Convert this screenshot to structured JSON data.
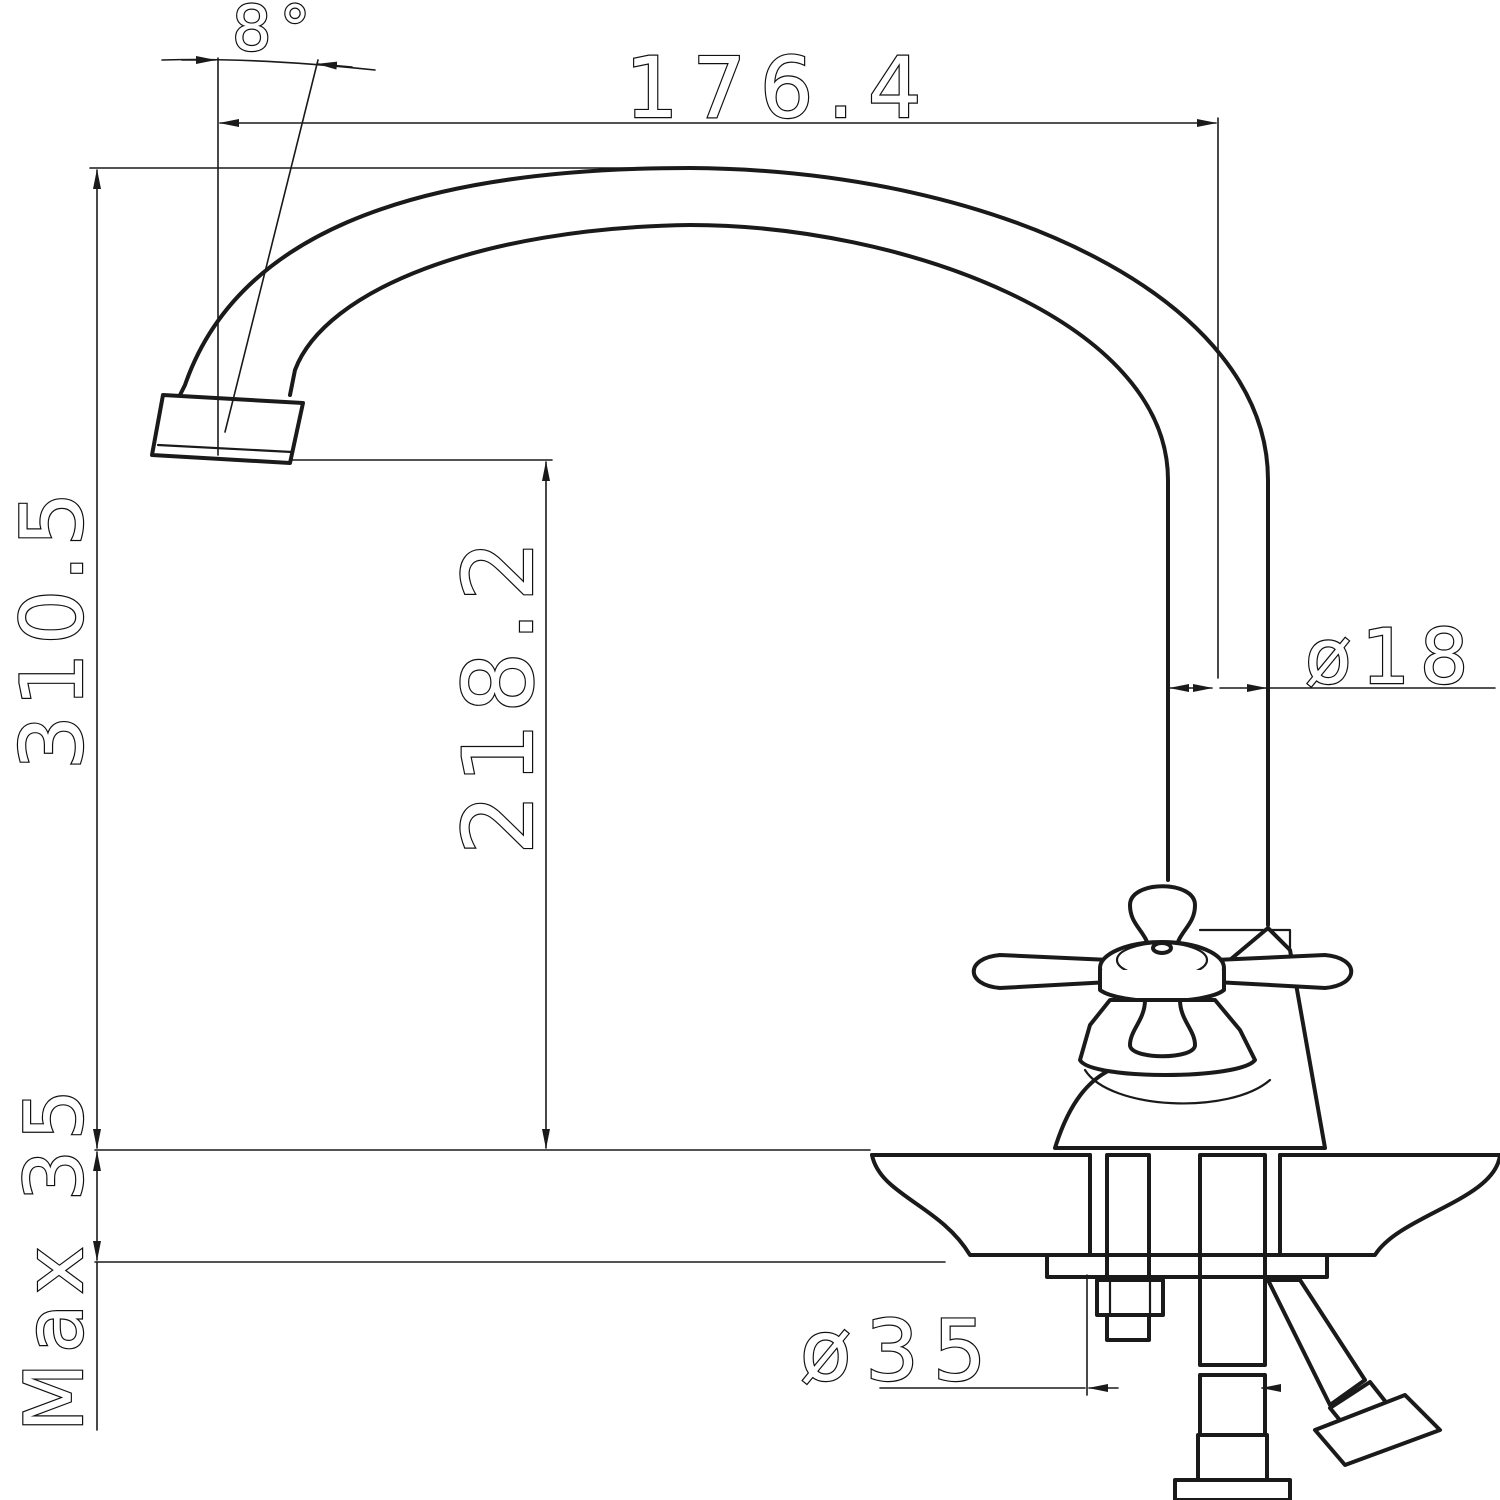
{
  "dimensions": {
    "spout_angle": "8°",
    "spout_reach": "176.4",
    "total_height": "310.5",
    "outlet_height": "218.2",
    "spout_diameter": "ø18",
    "max_counter_thickness": "Max 35",
    "hole_diameter": "ø35"
  },
  "colors": {
    "line": "#1a1a1a",
    "background": "#ffffff"
  }
}
